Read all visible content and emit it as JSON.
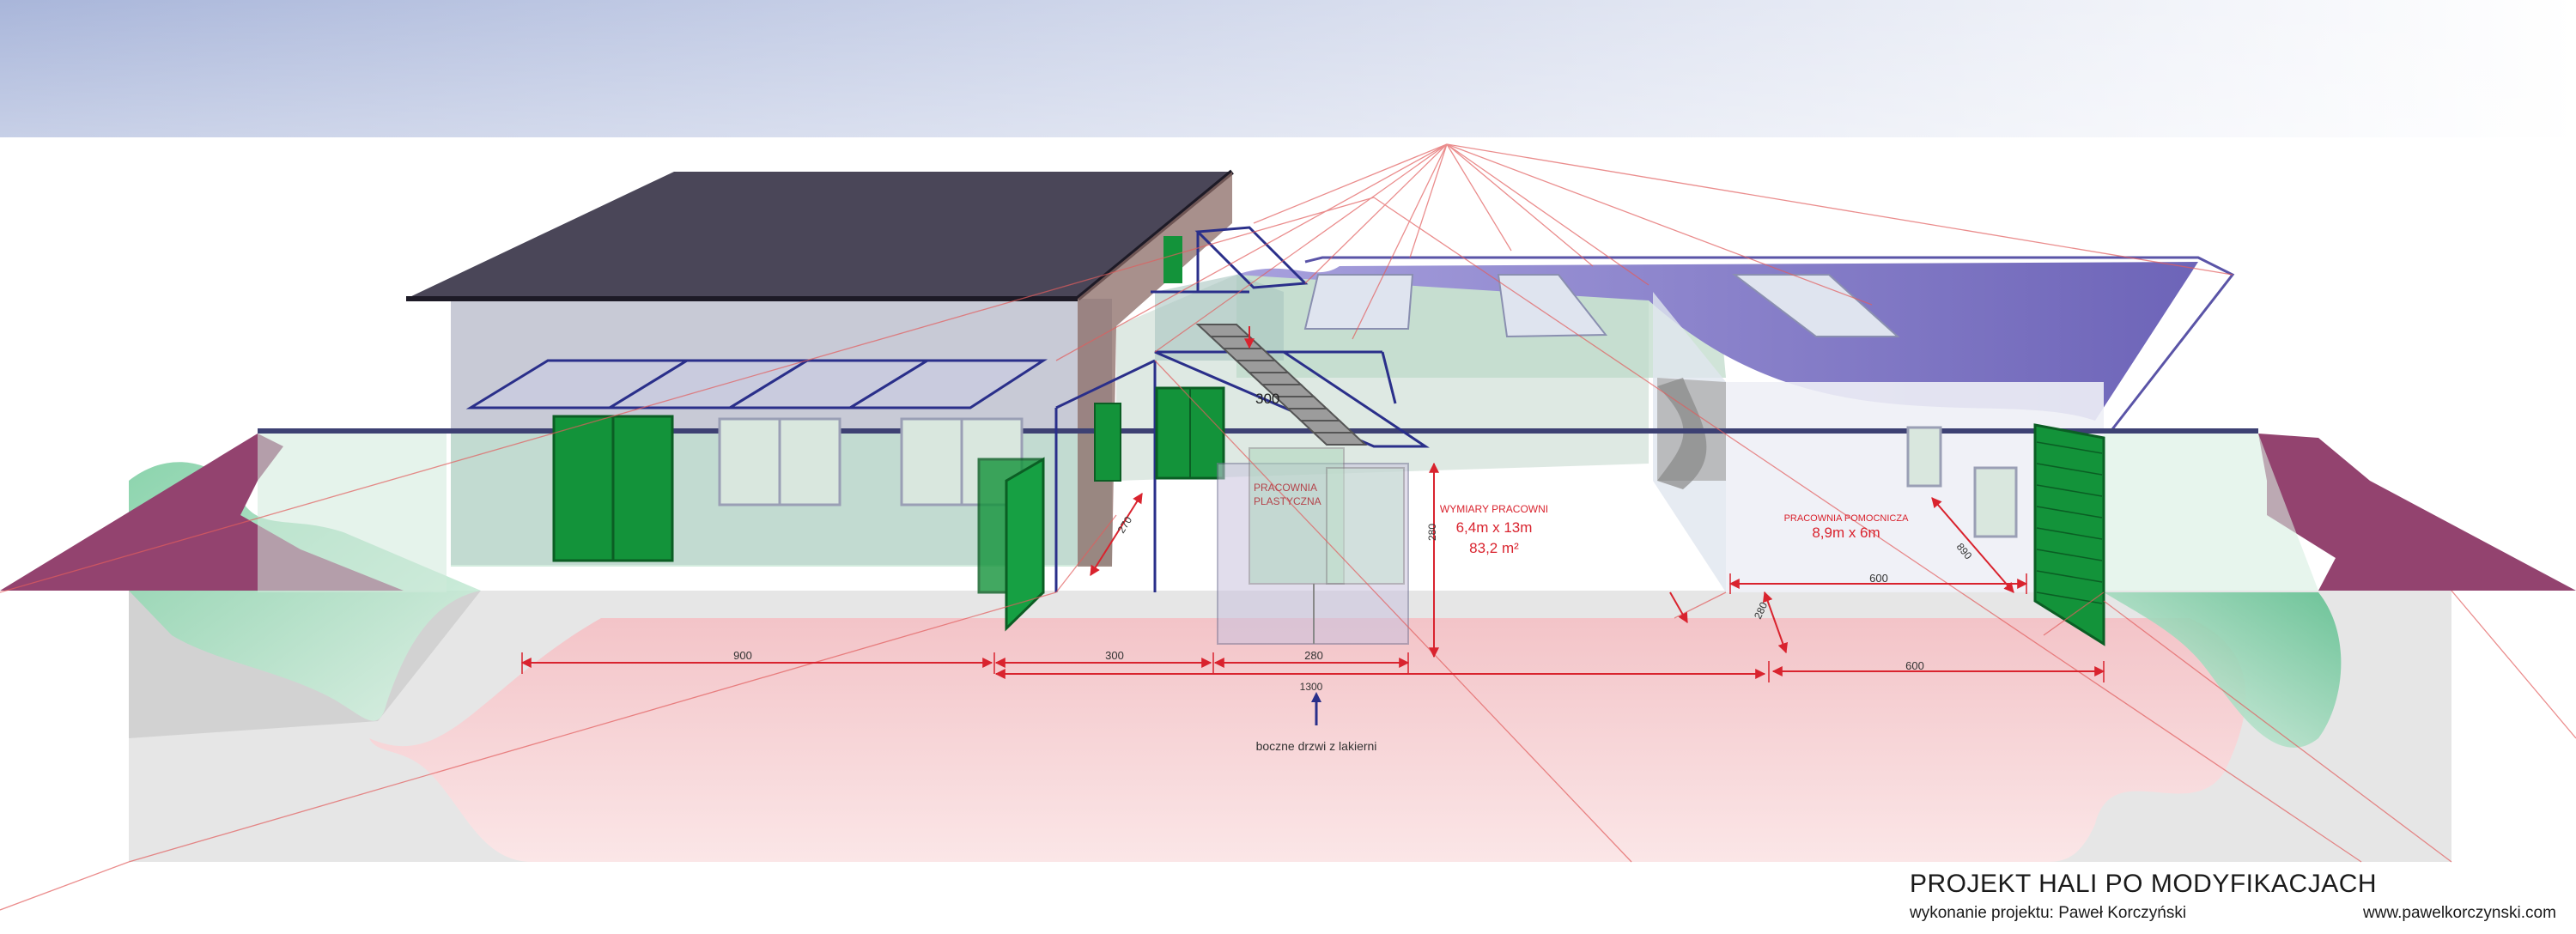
{
  "title_block": {
    "title": "PROJEKT HALI PO MODYFIKACJACH",
    "author": "wykonanie projektu: Paweł Korczyński",
    "website": "www.pawelkorczynski.com"
  },
  "rooms": {
    "workshop": {
      "label_line1": "PRACOWNIA",
      "label_line2": "PLASTYCZNA"
    },
    "workshop_dimensions": {
      "heading": "WYMIARY PRACOWNI",
      "size": "6,4m x 13m",
      "area": "83,2 m²"
    },
    "auxiliary": {
      "heading": "PRACOWNIA POMOCNICZA",
      "size": "8,9m x 6m"
    }
  },
  "dimensions": {
    "d900": "900",
    "d300_floor": "300",
    "d280_floor": "280",
    "d600_bottom": "600",
    "d600_upper": "600",
    "d300_stairs": "300",
    "d280_height": "280",
    "d270": "270",
    "d280_aux": "280",
    "d890": "890",
    "d1300": "1300"
  },
  "annotations": {
    "side_door": "boczne drzwi z lakierni"
  },
  "colors": {
    "header_band": "#a9b6da",
    "roof_dark": "#4a4658",
    "roof_purple_flat": "#7f78c4",
    "ground_magenta": "#93436f",
    "floor_pink": "#f2c9cc",
    "glass_green": "#b9e3cc",
    "door_green": "#13933a",
    "wall_grey": "#dcdcdc",
    "frame_navy": "#2a2f8a",
    "dimension_red": "#d9232e"
  }
}
